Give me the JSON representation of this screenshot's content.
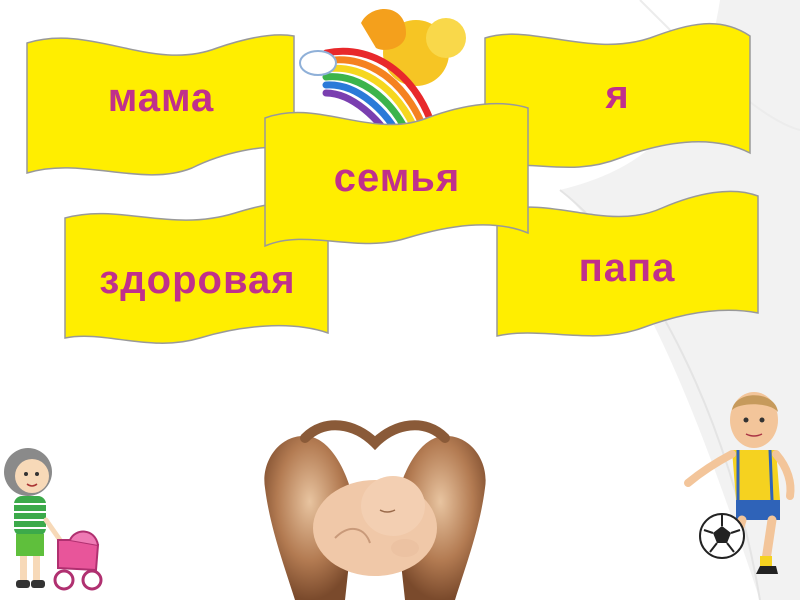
{
  "slide": {
    "words": {
      "mama": "мама",
      "ya": "я",
      "semya": "семья",
      "zdorovaya": "здоровая",
      "papa": "папа"
    }
  },
  "colors": {
    "banner_fill": "#ffee00",
    "banner_stroke": "#999999",
    "text_color": "#c0308c",
    "background_swoosh": "#f2f2f2"
  },
  "images": {
    "rainbow": "rainbow-with-sun-clipart",
    "girl": "girl-with-pram-clipart",
    "baby": "baby-in-hands-picture",
    "boy": "boy-with-soccer-ball-clipart"
  }
}
